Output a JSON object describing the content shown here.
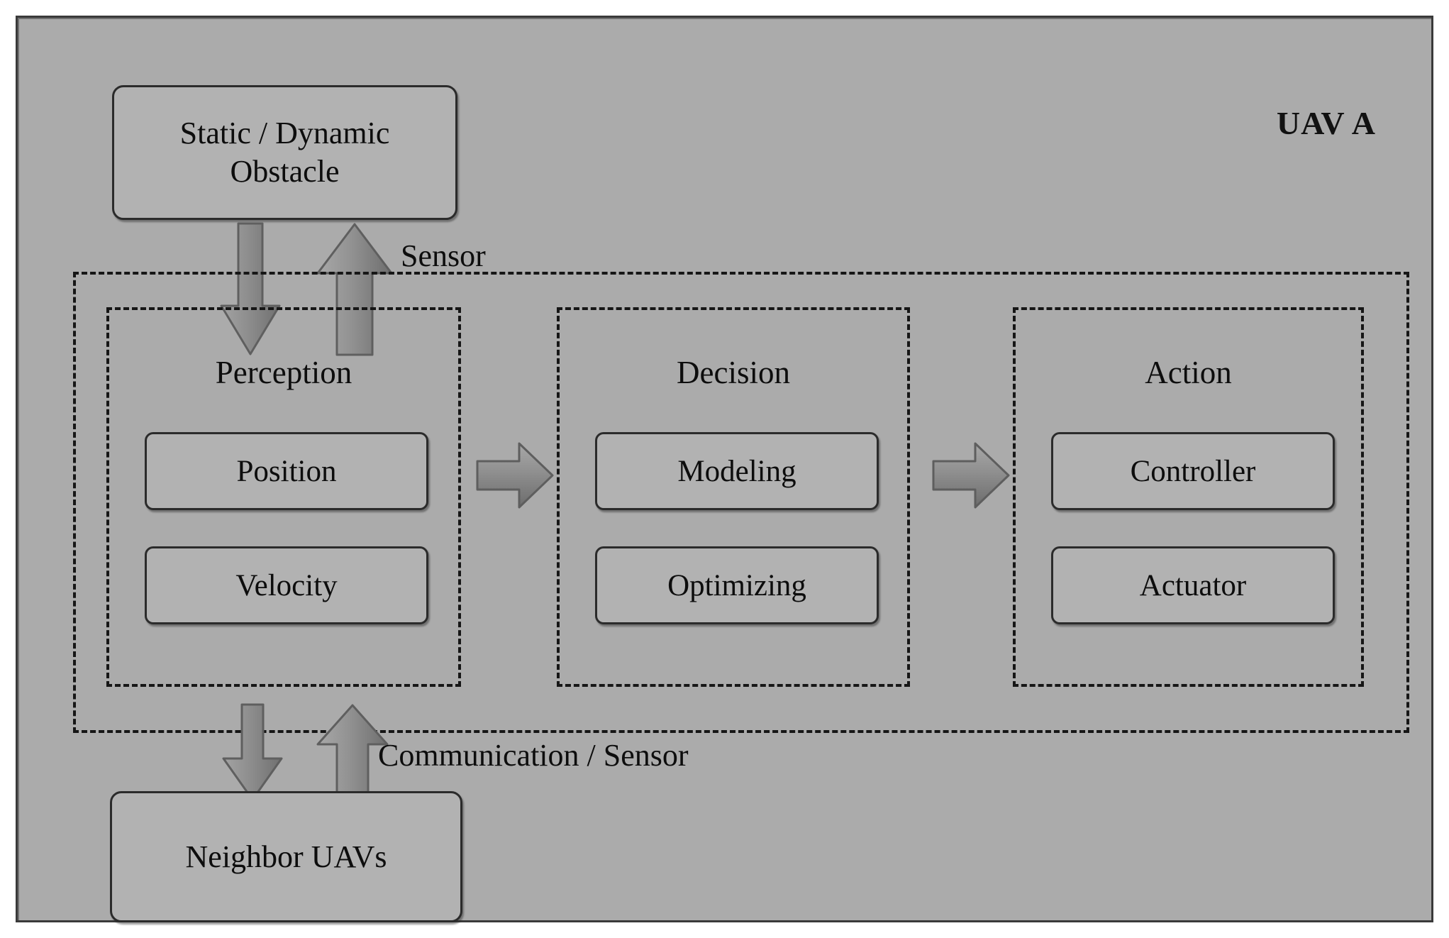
{
  "diagram": {
    "title": "UAV A",
    "background_color": "#ababab",
    "border_color": "#3a3a3a"
  },
  "external_nodes": {
    "obstacle": {
      "line1": "Static / Dynamic",
      "line2": "Obstacle"
    },
    "neighbor": {
      "label": "Neighbor UAVs"
    }
  },
  "edge_labels": {
    "sensor": "Sensor",
    "communication_sensor": "Communication / Sensor"
  },
  "groups": [
    {
      "title": "Perception",
      "items": [
        "Position",
        "Velocity"
      ]
    },
    {
      "title": "Decision",
      "items": [
        "Modeling",
        "Optimizing"
      ]
    },
    {
      "title": "Action",
      "items": [
        "Controller",
        "Actuator"
      ]
    }
  ],
  "arrows": {
    "down_to_perception": "arrow-down-icon",
    "up_from_perception": "arrow-up-icon",
    "down_to_neighbor": "arrow-down-icon",
    "up_from_neighbor": "arrow-up-icon",
    "perception_to_decision": "arrow-right-icon",
    "decision_to_action": "arrow-right-icon"
  }
}
